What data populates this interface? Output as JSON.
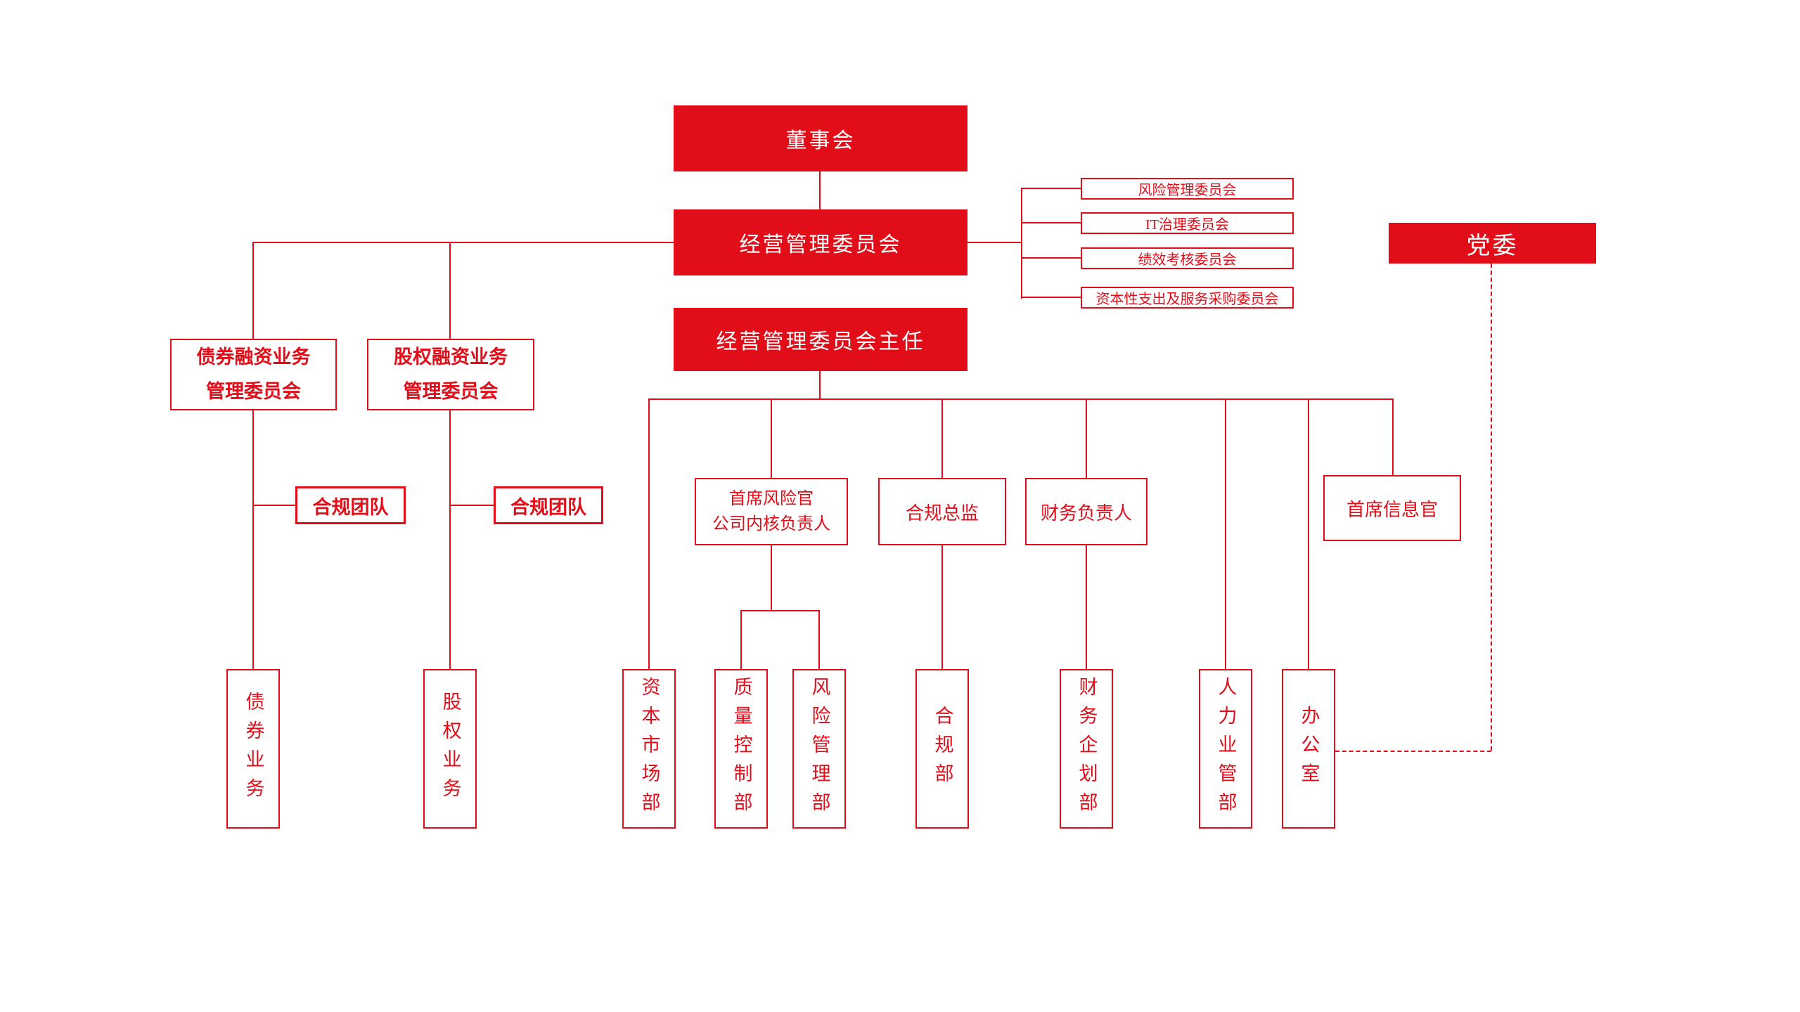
{
  "page": {
    "background": "#ffffff"
  },
  "colors": {
    "accent_red": "#e10e1a",
    "box_text_white": "#ffffff"
  },
  "org_chart": {
    "board": {
      "label": "董事会"
    },
    "management_committee": {
      "label": "经营管理委员会"
    },
    "management_committee_director": {
      "label": "经营管理委员会主任"
    },
    "party_committee": {
      "label": "党委"
    },
    "side_committees": [
      {
        "label": "风险管理委员会"
      },
      {
        "label": "IT治理委员会"
      },
      {
        "label": "绩效考核委员会"
      },
      {
        "label": "资本性支出及服务采购委员会"
      }
    ],
    "bond_committee": {
      "line1": "债券融资业务",
      "line2": "管理委员会"
    },
    "equity_committee": {
      "line1": "股权融资业务",
      "line2": "管理委员会"
    },
    "compliance_team_left": {
      "label": "合规团队"
    },
    "compliance_team_right": {
      "label": "合规团队"
    },
    "executives": {
      "chief_risk_officer": {
        "line1": "首席风险官",
        "line2": "公司内核负责人"
      },
      "compliance_director": {
        "label": "合规总监"
      },
      "finance_head": {
        "label": "财务负责人"
      },
      "chief_information_officer": {
        "label": "首席信息官"
      }
    },
    "departments": [
      {
        "label": "债券业务"
      },
      {
        "label": "股权业务"
      },
      {
        "label": "资本市场部"
      },
      {
        "label": "质量控制部"
      },
      {
        "label": "风险管理部"
      },
      {
        "label": "合规部"
      },
      {
        "label": "财务企划部"
      },
      {
        "label": "人力业管部"
      },
      {
        "label": "办公室"
      }
    ]
  }
}
